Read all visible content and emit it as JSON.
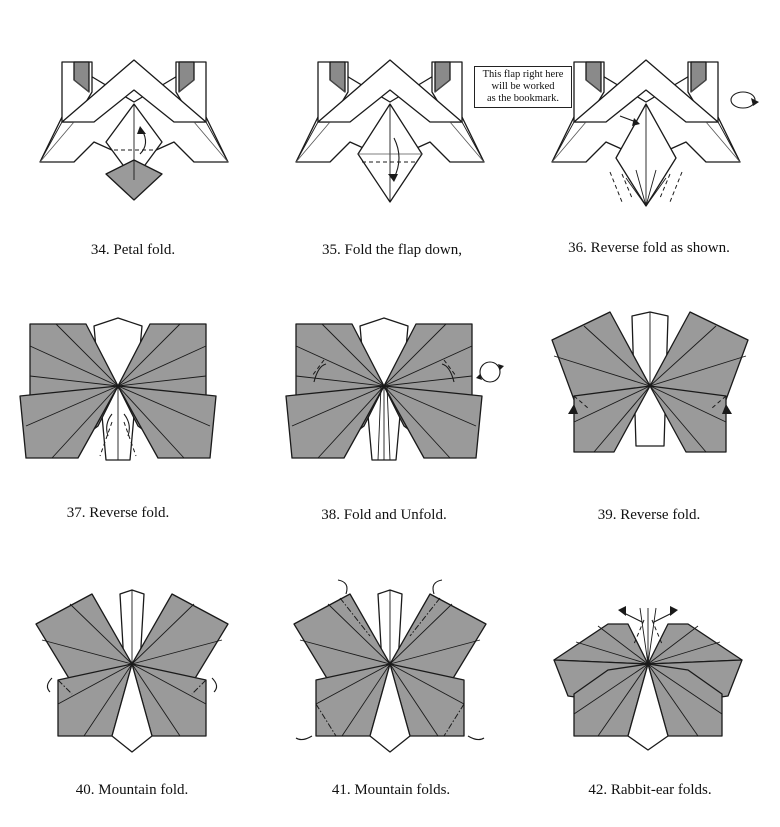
{
  "steps": [
    {
      "number": "34",
      "caption": "34. Petal fold."
    },
    {
      "number": "35",
      "caption": "35. Fold the flap down,"
    },
    {
      "number": "36",
      "caption": "36. Reverse fold as shown."
    },
    {
      "number": "37",
      "caption": "37. Reverse fold."
    },
    {
      "number": "38",
      "caption": "38. Fold and Unfold."
    },
    {
      "number": "39",
      "caption": "39. Reverse fold."
    },
    {
      "number": "40",
      "caption": "40. Mountain fold."
    },
    {
      "number": "41",
      "caption": "41. Mountain folds."
    },
    {
      "number": "42",
      "caption": "42. Rabbit-ear folds."
    }
  ],
  "note": {
    "lines": [
      "This flap right here",
      "will be worked",
      "as the bookmark."
    ]
  },
  "colors": {
    "paper_white": "#ffffff",
    "paper_colored": "#9a9a9a",
    "line": "#1a1a1a"
  },
  "icons": [
    "turn-over-icon",
    "rotate-icon",
    "arrow-icon"
  ]
}
